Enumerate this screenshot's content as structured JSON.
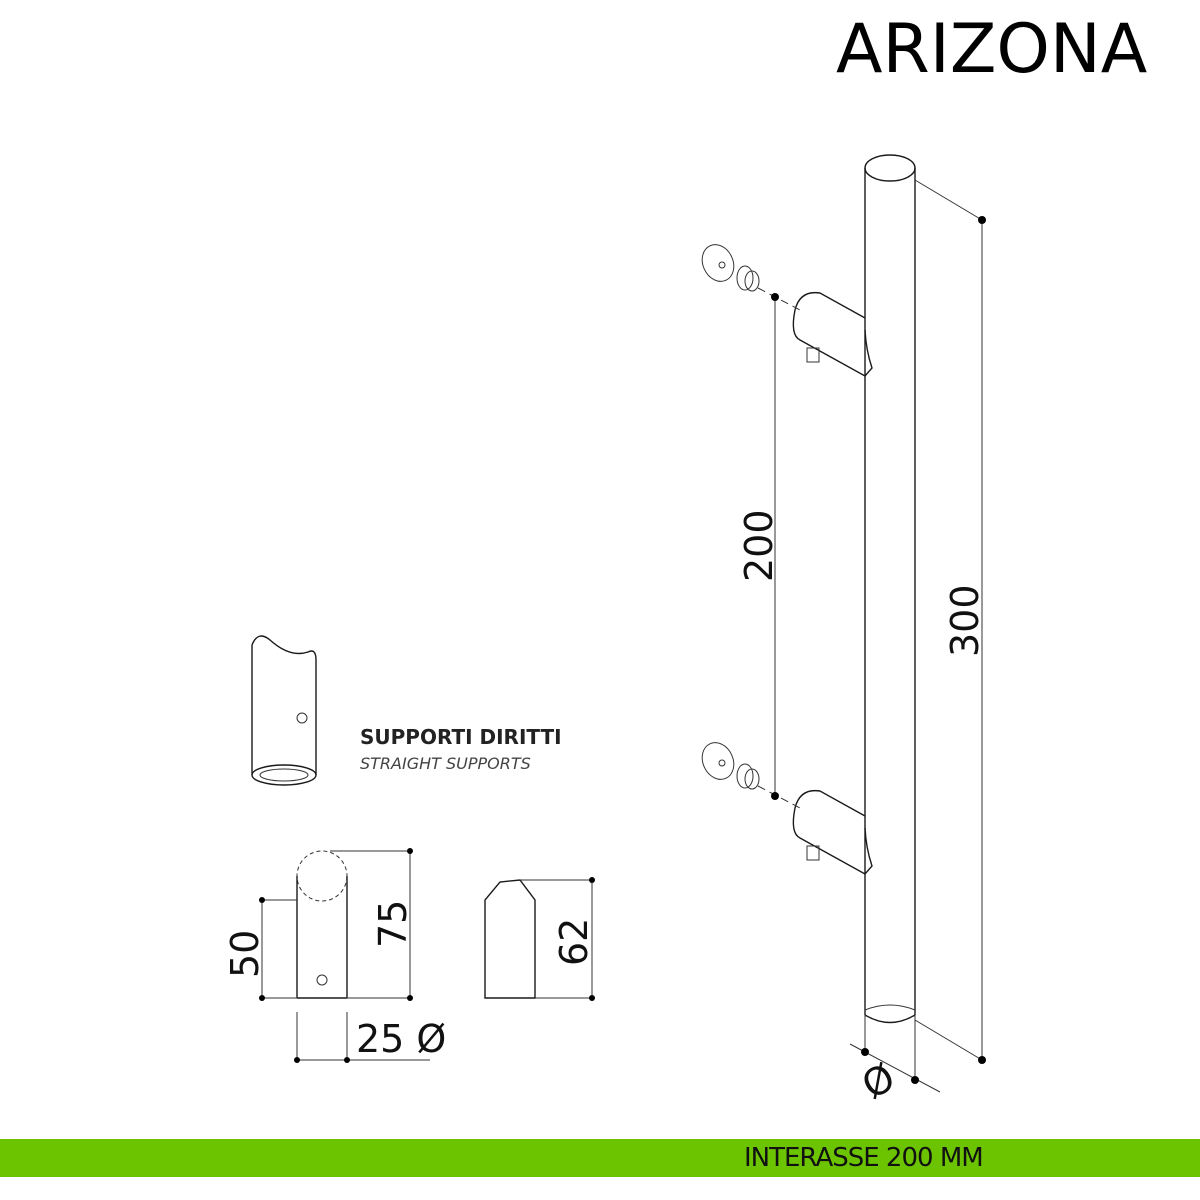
{
  "header": {
    "title": "ARIZONA"
  },
  "dimensions": {
    "interaxis": "200",
    "length": "300",
    "diameter_symbol": "Ø",
    "support_height_small": "50",
    "support_height_large": "75",
    "support_diameter": "25 Ø",
    "support_side_height": "62"
  },
  "supports": {
    "title": "SUPPORTI DIRITTI",
    "subtitle": "STRAIGHT SUPPORTS"
  },
  "footer": {
    "label": "INTERASSE 200 MM",
    "color": "#6cc400"
  }
}
